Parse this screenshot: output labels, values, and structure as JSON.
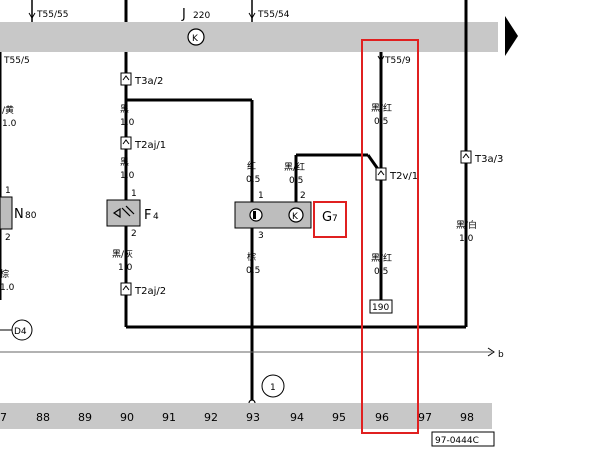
{
  "top_bus": {
    "module_label": "J",
    "module_sub": "220",
    "pins": [
      "T55/55",
      "T55/54",
      "T55/5",
      "T55/9"
    ]
  },
  "connectors": {
    "t3a2": "T3a/2",
    "t2aj1": "T2aj/1",
    "t2v1": "T2v/1",
    "t3a3": "T3a/3",
    "t2aj2": "T2aj/2"
  },
  "wires": {
    "left_yellow": "/黄",
    "left_size_top": "1.0",
    "black": "黑",
    "black_size": "1.0",
    "black2": "黑",
    "black2_size": "1.0",
    "black_gray": "黑/灰",
    "black_gray_size": "1.0",
    "left_brown": "棕",
    "left_brown_size": "1.0",
    "red": "红",
    "red_size": "0.5",
    "black_red_top": "黑/红",
    "black_red_top_size": "0.5",
    "brown": "棕",
    "brown_size": "0.5",
    "black_red_a": "黑/红",
    "black_red_a_size": "0.5",
    "black_red_b": "黑/红",
    "black_red_b_size": "0.5",
    "black_white": "黑/白",
    "black_white_size": "1.0"
  },
  "pins": {
    "n80_p1": "1",
    "n80_p2": "2",
    "f4_p1": "1",
    "f4_p2": "2",
    "g7_p1": "1",
    "g7_p2": "2",
    "g7_p3": "3"
  },
  "components": {
    "n80": "N",
    "n80_sub": "80",
    "f4": "F",
    "f4_sub": "4",
    "g7": "G",
    "g7_sub": "7",
    "d4": "D4",
    "ground1": "1",
    "ref190": "190",
    "bus_b": "b"
  },
  "ruler": [
    "7",
    "88",
    "89",
    "90",
    "91",
    "92",
    "93",
    "94",
    "95",
    "96",
    "97",
    "98"
  ],
  "figure_code": "97-0444C",
  "colors": {
    "bus_gray": "#c8c8c8",
    "component_gray": "#bdbdbd",
    "highlight_red": "#e02020",
    "wire": "#000000"
  }
}
